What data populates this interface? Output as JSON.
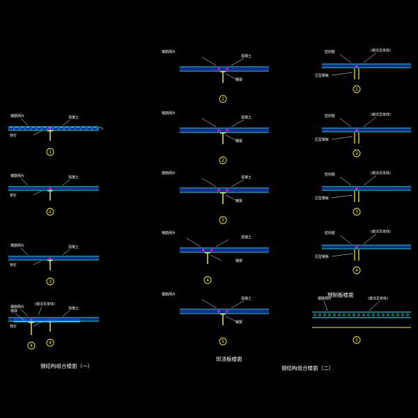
{
  "titles": {
    "col1": "钢结构组合楼面（一）",
    "col2": "现浇板楼面",
    "col3": "钢结构组合楼面（二）",
    "col3_detail5": "预制板楼面"
  },
  "detail_numbers": [
    "1",
    "2",
    "3",
    "4",
    "5"
  ],
  "colors": {
    "background": "#000000",
    "slab": "#00ffff",
    "infill": "#3333ff",
    "marker": "#ff00ff",
    "steel": "#ffff00",
    "leader": "#ffffff"
  },
  "labels": {
    "deck_top": "钢筋网片",
    "concrete": "混凝土",
    "stud": "栓钉",
    "plate": "压型钢板",
    "beam": "钢梁",
    "detail": "(做法见单体)",
    "sealant": "密封胶",
    "wall": "墙体"
  }
}
